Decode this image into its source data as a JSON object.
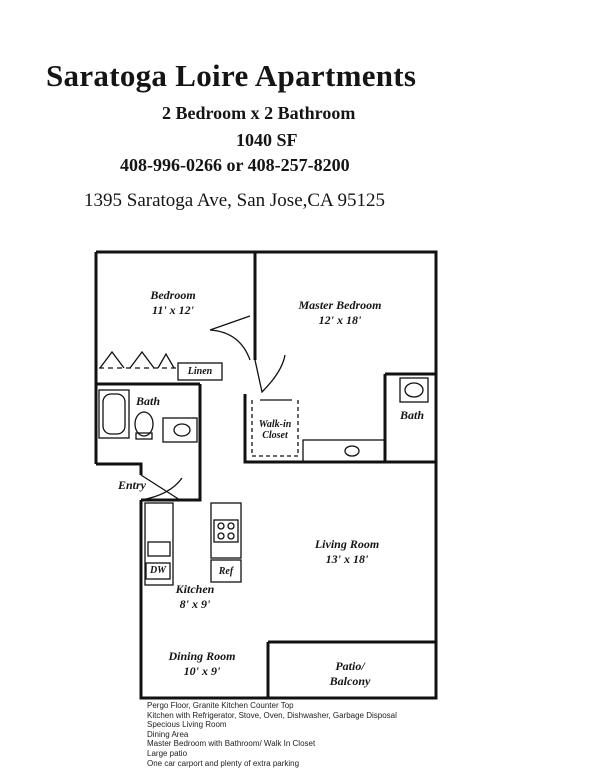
{
  "header": {
    "title": "Saratoga Loire Apartments",
    "unit_type": "2 Bedroom x 2 Bathroom",
    "square_feet": "1040 SF",
    "phones": "408-996-0266 or 408-257-8200",
    "address": "1395 Saratoga Ave, San Jose,CA  95125"
  },
  "rooms": {
    "bedroom": {
      "name": "Bedroom",
      "size": "11' x 12'"
    },
    "master_bedroom": {
      "name": "Master Bedroom",
      "size": "12' x 18'"
    },
    "linen": {
      "name": "Linen"
    },
    "bath1": {
      "name": "Bath"
    },
    "walkin": {
      "name": "Walk-in",
      "name2": "Closet"
    },
    "bath2": {
      "name": "Bath"
    },
    "entry": {
      "name": "Entry"
    },
    "living_room": {
      "name": "Living Room",
      "size": "13' x 18'"
    },
    "dw": {
      "name": "DW"
    },
    "ref": {
      "name": "Ref"
    },
    "kitchen": {
      "name": "Kitchen",
      "size": "8' x 9'"
    },
    "dining_room": {
      "name": "Dining Room",
      "size": "10' x 9'"
    },
    "patio": {
      "name": "Patio/",
      "name2": "Balcony"
    }
  },
  "features": [
    "Pergo Floor, Granite Kitchen Counter Top",
    "Kitchen with Refrigerator, Stove, Oven, Dishwasher, Garbage Disposal",
    "Specious Living Room",
    "Dining Area",
    "Master Bedroom with Bathroom/ Walk In Closet",
    "Large patio",
    "One car carport and plenty of extra parking"
  ]
}
